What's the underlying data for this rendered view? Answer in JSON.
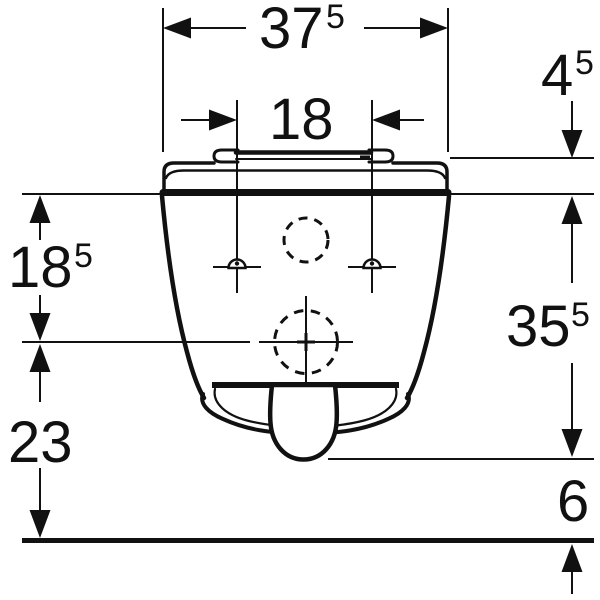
{
  "drawing": {
    "type": "technical-dimension-diagram",
    "subject": "wall-hung-toilet-front-view",
    "background": "#ffffff",
    "ink": "#111111"
  },
  "dimensions": {
    "overall_width": {
      "main": "37",
      "sup": "5"
    },
    "fixing_spacing": {
      "main": "18"
    },
    "seat_lid_height": {
      "main": "4",
      "sup": "5"
    },
    "rim_to_outlet_center": {
      "main": "18",
      "sup": "5"
    },
    "rim_to_outlet_bottom": {
      "main": "35",
      "sup": "5"
    },
    "outlet_center_to_floor": {
      "main": "23"
    },
    "outlet_bottom_to_floor": {
      "main": "6"
    }
  }
}
